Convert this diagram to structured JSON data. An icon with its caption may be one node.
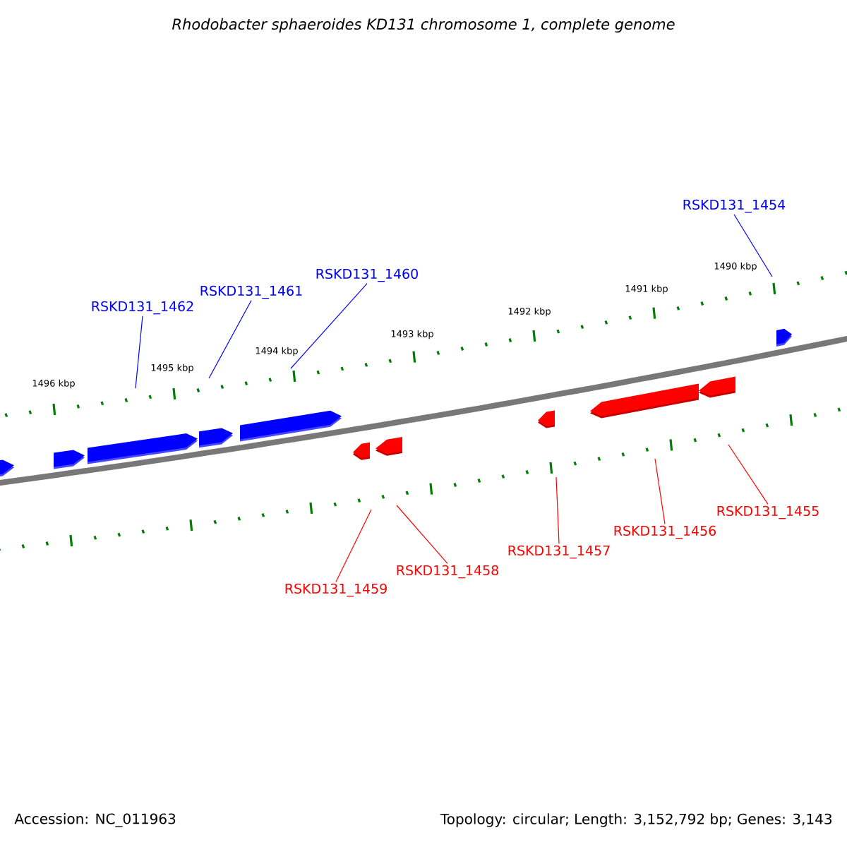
{
  "diagram": {
    "title": "Rhodobacter sphaeroides KD131 chromosome 1, complete genome",
    "nodes": [
      {
        "text": [
          "RSKD131_1454"
        ]
      },
      {
        "text": [
          "RSKD131_1460"
        ]
      },
      {
        "text": [
          "RSKD131_1461"
        ]
      },
      {
        "text": [
          "RSKD131_1462"
        ]
      },
      {
        "text": [
          "RSKD131_1455"
        ]
      },
      {
        "text": [
          "RSKD131_1456"
        ]
      },
      {
        "text": [
          "RSKD131_1457"
        ]
      },
      {
        "text": [
          "RSKD131_1458"
        ]
      },
      {
        "text": [
          "RSKD131_1459"
        ]
      }
    ],
    "edges": [
      {
        "from": 0,
        "to": null,
        "arrow": "none",
        "color": "#0000ff"
      },
      {
        "from": 1,
        "to": null,
        "arrow": "none",
        "color": "#0000ff"
      },
      {
        "from": 2,
        "to": null,
        "arrow": "none",
        "color": "#0000ff"
      },
      {
        "from": 3,
        "to": null,
        "arrow": "none",
        "color": "#0000ff"
      },
      {
        "from": 4,
        "to": null,
        "arrow": "none",
        "color": "#ff0000"
      },
      {
        "from": 5,
        "to": null,
        "arrow": "none",
        "color": "#ff0000"
      },
      {
        "from": 6,
        "to": null,
        "arrow": "none",
        "color": "#ff0000"
      },
      {
        "from": 7,
        "to": null,
        "arrow": "none",
        "color": "#ff0000"
      },
      {
        "from": 8,
        "to": null,
        "arrow": "none",
        "color": "#ff0000"
      }
    ],
    "labels": [
      "1490 kbp",
      "1491 kbp",
      "1492 kbp",
      "1493 kbp",
      "1494 kbp",
      "1495 kbp",
      "1496 kbp",
      "Accession: NC_011963",
      "Topology: circular; Length: 3,152,792 bp; Genes: 3,143"
    ]
  }
}
